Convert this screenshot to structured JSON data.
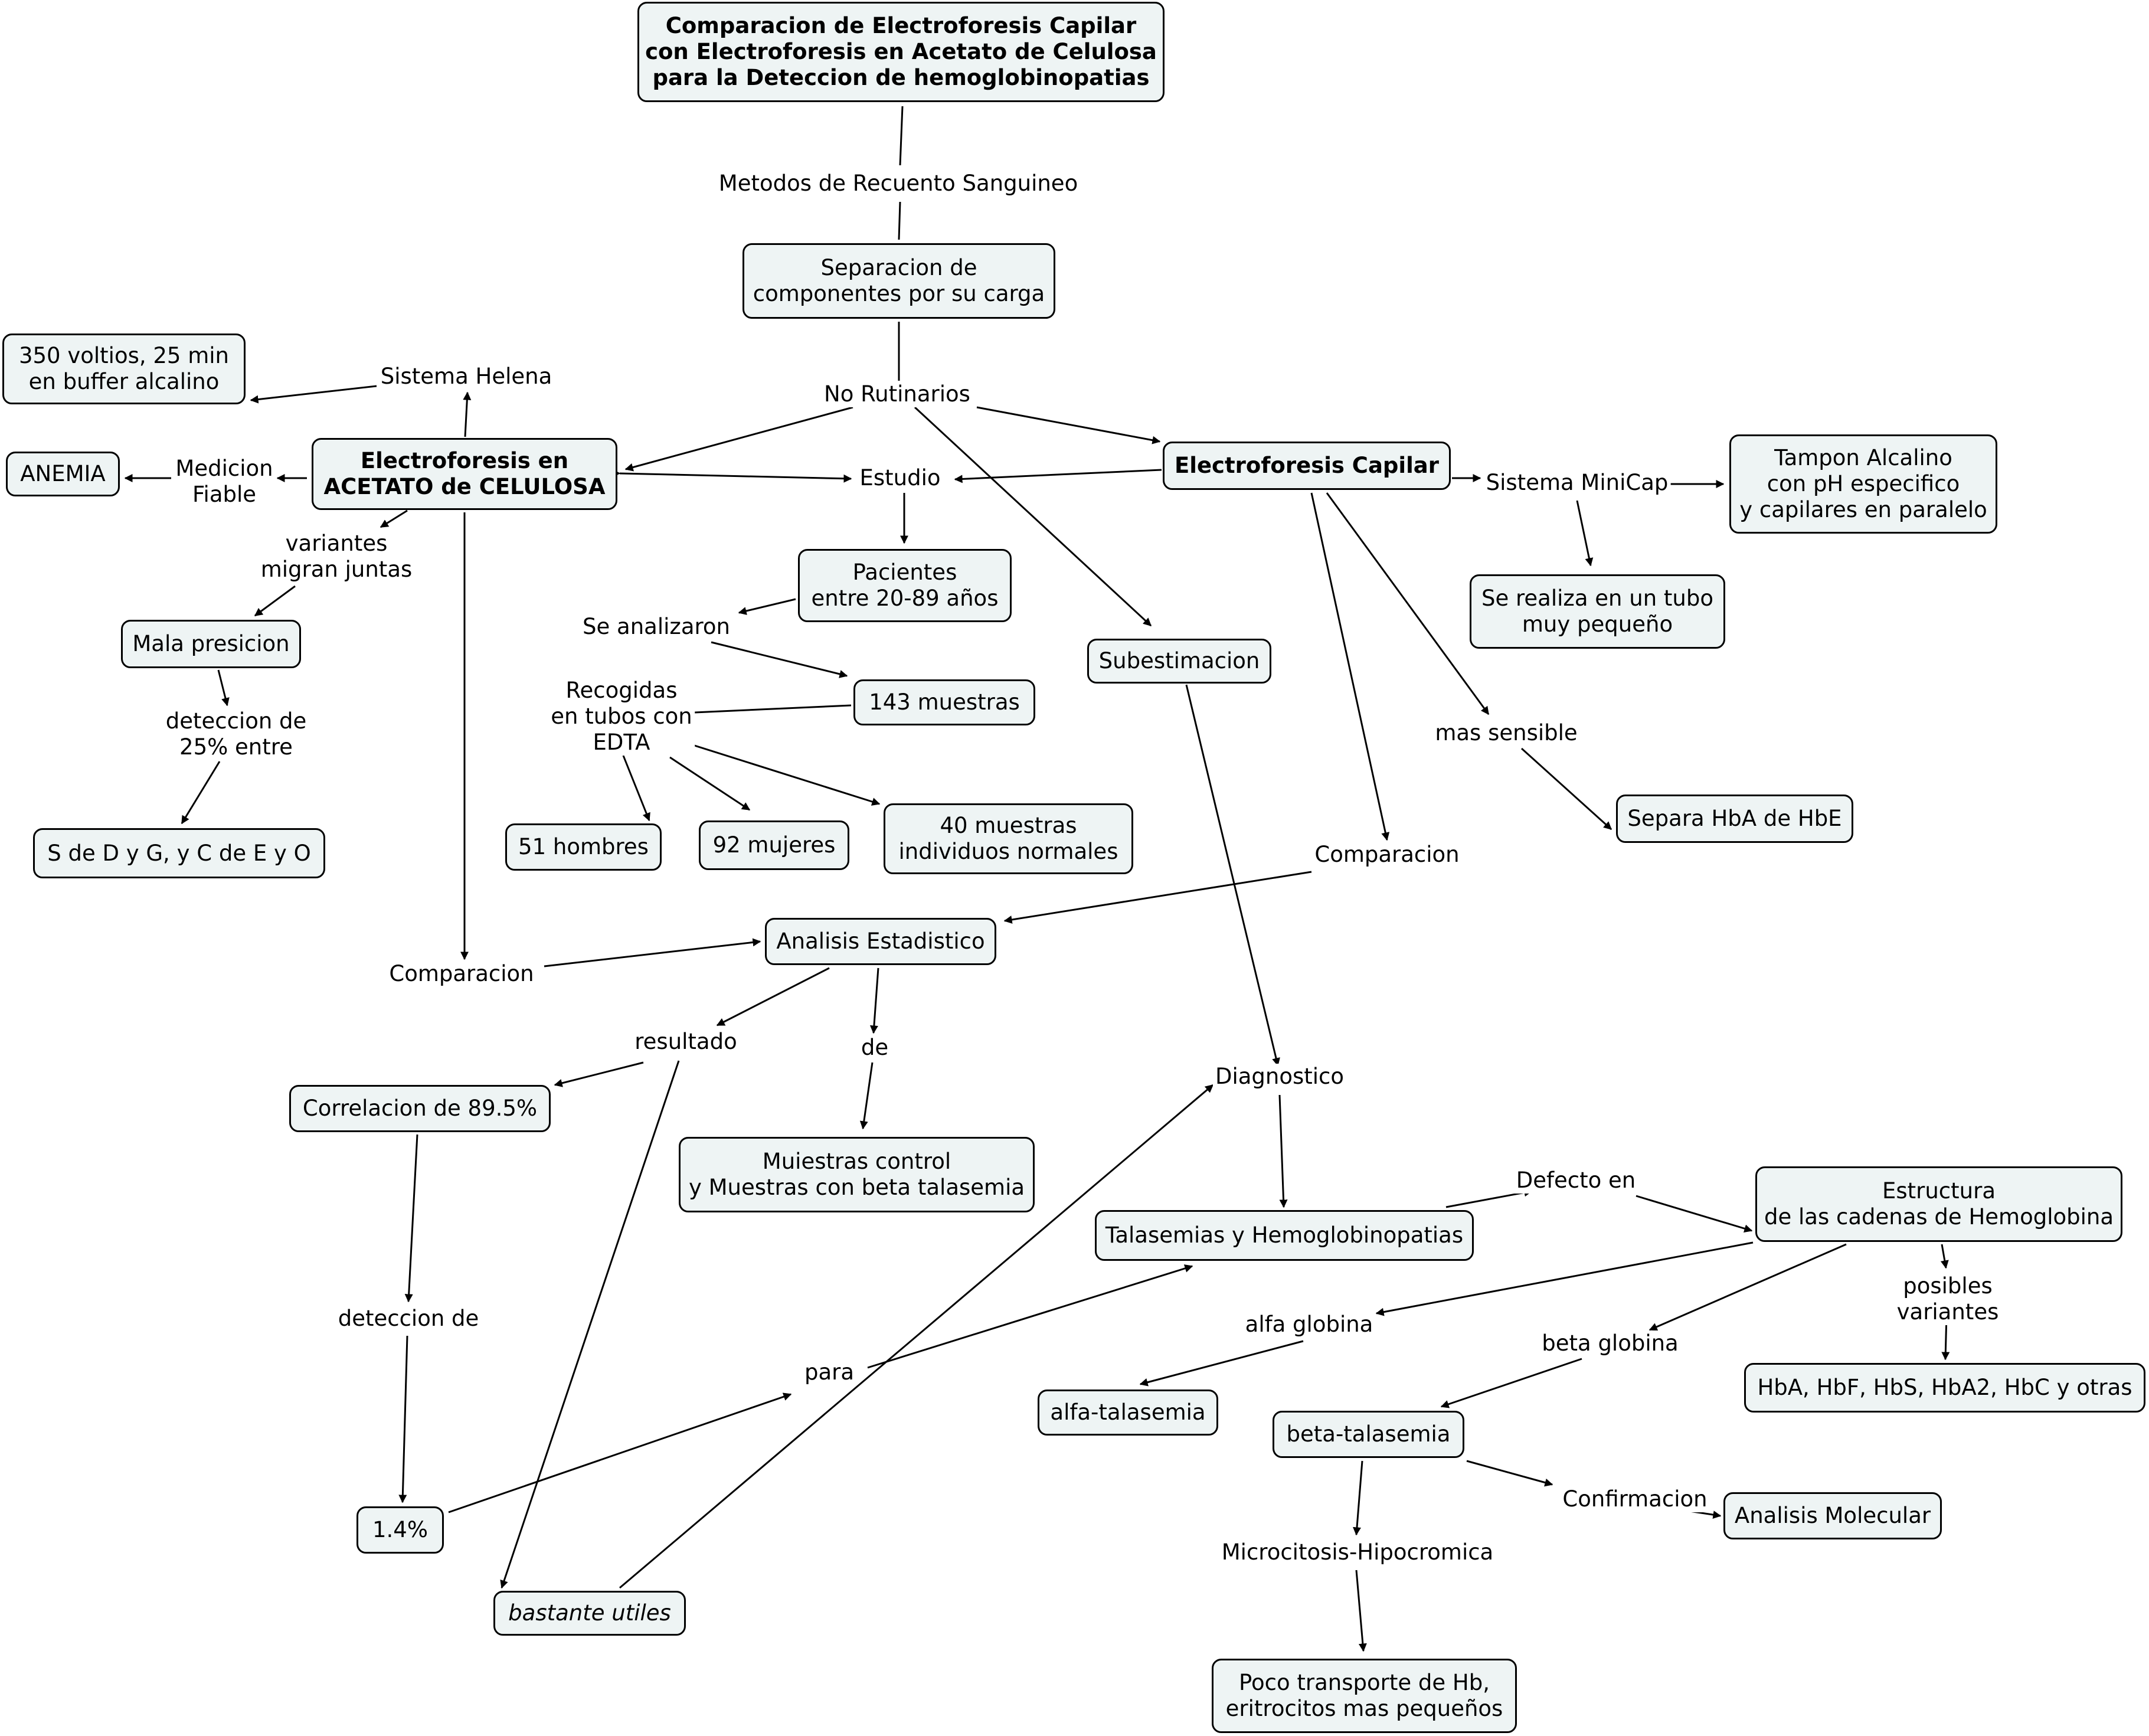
{
  "nodes": {
    "title": "Comparacion de Electroforesis Capilar\ncon Electroforesis en Acetato de Celulosa\npara la Deteccion de hemoglobinopatias",
    "separacion": "Separacion de\ncomponentes por su carga",
    "acetato": "Electroforesis en\nACETATO de CELULOSA",
    "capilar": "Electroforesis Capilar",
    "voltios": "350 voltios, 25 min\nen buffer alcalino",
    "anemia": "ANEMIA",
    "mala_presicion": "Mala presicion",
    "s_de_d": "S de D y G, y C de E y O",
    "pacientes": "Pacientes\nentre 20-89 años",
    "muestras143": "143 muestras",
    "hombres": "51 hombres",
    "mujeres": "92 mujeres",
    "normales": "40 muestras\nindividuos normales",
    "subestimacion": "Subestimacion",
    "tampon": "Tampon Alcalino\ncon pH especifico\ny capilares en paralelo",
    "tubo": "Se realiza en un tubo\nmuy pequeño",
    "separa": "Separa HbA de HbE",
    "analisis_est": "Analisis Estadistico",
    "correlacion": "Correlacion de 89.5%",
    "muestras_control": "Muiestras control\ny Muestras con beta talasemia",
    "uno_cuatro": "1.4%",
    "bastante": "bastante utiles",
    "talasemias": "Talasemias y Hemoglobinopatias",
    "estructura": "Estructura\nde las cadenas de Hemoglobina",
    "alfa_tal": "alfa-talasemia",
    "beta_tal": "beta-talasemia",
    "variantes_hb": "HbA, HbF, HbS, HbA2, HbC y otras",
    "analisis_mol": "Analisis Molecular",
    "poco": "Poco transporte de Hb,\neritrocitos mas pequeños"
  },
  "labels": {
    "metodos": "Metodos de Recuento Sanguineo",
    "no_rutinarios": "No Rutinarios",
    "sistema_helena": "Sistema Helena",
    "medicion": "Medicion\nFiable",
    "variantes": "variantes\nmigran juntas",
    "deteccion25": "deteccion de\n25% entre",
    "estudio": "Estudio",
    "se_analizaron": "Se analizaron",
    "recogidas": "Recogidas\nen tubos con\nEDTA",
    "sistema_minicap": "Sistema MiniCap",
    "mas_sensible": "mas sensible",
    "comparacion_r": "Comparacion",
    "comparacion_l": "Comparacion",
    "resultado": "resultado",
    "de": "de",
    "deteccion_de": "deteccion de",
    "para": "para",
    "diagnostico": "Diagnostico",
    "defecto": "Defecto en",
    "alfa_globina": "alfa globina",
    "beta_globina": "beta globina",
    "posibles": "posibles variantes",
    "confirmacion": "Confirmacion",
    "microcitosis": "Microcitosis-Hipocromica"
  }
}
